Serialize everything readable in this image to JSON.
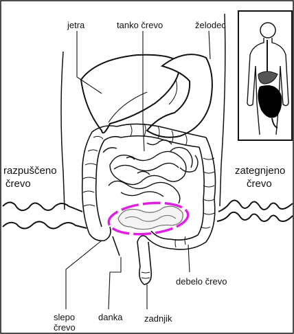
{
  "labels": {
    "jetra": "jetra",
    "tanko_crevo": "tanko črevo",
    "zelodec": "želodec",
    "razpusceno_line1": "razpuščeno",
    "razpusceno_line2": "črevo",
    "zategnjeno_line1": "zategnjeno",
    "zategnjeno_line2": "črevo",
    "debelo_crevo": "debelo črevo",
    "slepo_line1": "slepo",
    "slepo_line2": "črevo",
    "danka": "danka",
    "zadnjik": "zadnjik"
  },
  "colors": {
    "ink": "#111111",
    "highlight": "#e020e0",
    "stomach_dark": "#000000",
    "background": "#ffffff"
  },
  "icons": {
    "inset": "human-body-silhouette-icon"
  }
}
